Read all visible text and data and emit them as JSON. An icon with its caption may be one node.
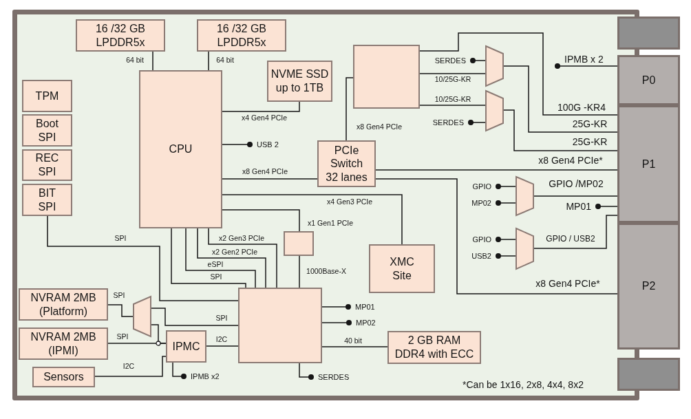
{
  "diagram": {
    "nodes": [
      {
        "text": [
          "16 /32 GB LPDDR5x"
        ]
      },
      {
        "text": [
          "16 /32 GB LPDDR5x"
        ]
      },
      {
        "text": [
          "NVME SSD up to 1TB"
        ]
      },
      {
        "text": [],
        "shape": "box"
      },
      {
        "text": [],
        "shape": "box"
      },
      {
        "text": [
          "IPMB x 2"
        ]
      },
      {
        "text": [
          "P0"
        ]
      },
      {
        "text": [
          "TPM"
        ]
      },
      {
        "text": [
          "Boot SPI"
        ]
      },
      {
        "text": [
          "REC SPI"
        ]
      },
      {
        "text": [
          "BIT SPI"
        ]
      },
      {
        "text": [
          "CPU"
        ]
      },
      {
        "text": [
          "SERDES"
        ]
      },
      {
        "text": [],
        "shape": "trapezoid"
      },
      {
        "text": [],
        "shape": "trapezoid"
      },
      {
        "text": [
          "SERDES"
        ]
      },
      {
        "text": [
          "USB 2"
        ]
      },
      {
        "text": [
          "P1"
        ]
      },
      {
        "text": [
          "PCIe Switch 32 lanes"
        ]
      },
      {
        "text": [
          "GPIO"
        ]
      },
      {
        "text": [
          "MP02"
        ]
      },
      {
        "text": [],
        "shape": "trapezoid"
      },
      {
        "text": [
          "MP01"
        ]
      },
      {
        "text": [],
        "shape": "box"
      },
      {
        "text": [
          "XMC Site"
        ]
      },
      {
        "text": [
          "GPIO"
        ]
      },
      {
        "text": [
          "USB2"
        ]
      },
      {
        "text": [],
        "shape": "trapezoid"
      },
      {
        "text": [
          "P2"
        ]
      },
      {
        "text": [
          "NVRAM 2MB (Platform)"
        ]
      },
      {
        "text": [],
        "shape": "trapezoid"
      },
      {
        "text": [],
        "shape": "box"
      },
      {
        "text": [
          "MP01"
        ]
      },
      {
        "text": [
          "MP02"
        ]
      },
      {
        "text": [
          "NVRAM 2MB (IPMI)"
        ]
      },
      {
        "text": [
          "IPMC"
        ]
      },
      {
        "text": [
          "2 GB RAM DDR4 with ECC"
        ]
      },
      {
        "text": [
          "Sensors"
        ]
      },
      {
        "text": [
          "IPMB x2"
        ]
      },
      {
        "text": [
          "SERDES"
        ]
      },
      {
        "text": [],
        "shape": "box"
      }
    ],
    "edges": [
      {
        "from": 0,
        "to": 11,
        "arrow": "none",
        "label": "64 bit"
      },
      {
        "from": 1,
        "to": 11,
        "arrow": "none",
        "label": "64 bit"
      },
      {
        "from": 3,
        "to": 17,
        "arrow": "none",
        "label": "100G -KR4"
      },
      {
        "from": 6,
        "to": 5,
        "arrow": "other"
      },
      {
        "from": 13,
        "to": 12,
        "arrow": "other"
      },
      {
        "from": 3,
        "to": 13,
        "arrow": "none",
        "label": "10/25G-KR"
      },
      {
        "from": 13,
        "to": 17,
        "arrow": "none",
        "label": "25G-KR"
      },
      {
        "from": 3,
        "to": 14,
        "arrow": "none",
        "label": "10/25G-KR"
      },
      {
        "from": 14,
        "to": 15,
        "arrow": "other"
      },
      {
        "from": 14,
        "to": 17,
        "arrow": "none",
        "label": "25G-KR"
      },
      {
        "from": 11,
        "to": 2,
        "arrow": "none",
        "label": "x4 Gen4 PCIe"
      },
      {
        "from": 11,
        "to": 16,
        "arrow": "other"
      },
      {
        "from": 3,
        "to": 18,
        "arrow": "none",
        "label": "x8 Gen4 PCIe"
      },
      {
        "from": 11,
        "to": 18,
        "arrow": "none",
        "label": "x8 Gen4 PCIe"
      },
      {
        "from": 18,
        "to": 17,
        "arrow": "none",
        "label": "x8 Gen4 PCIe*"
      },
      {
        "from": 21,
        "to": 19,
        "arrow": "other"
      },
      {
        "from": 21,
        "to": 20,
        "arrow": "other"
      },
      {
        "from": 21,
        "to": 17,
        "arrow": "none",
        "label": "GPIO /MP02"
      },
      {
        "from": 17,
        "to": 22,
        "arrow": "other"
      },
      {
        "from": 11,
        "to": 24,
        "arrow": "none",
        "label": "x4 Gen3 PCIe"
      },
      {
        "from": 11,
        "to": 23,
        "arrow": "none",
        "label": "x1 Gen1 PCIe"
      },
      {
        "from": 18,
        "to": 28,
        "arrow": "none",
        "label": "x8 Gen4 PCIe*"
      },
      {
        "from": 27,
        "to": 25,
        "arrow": "other"
      },
      {
        "from": 27,
        "to": 26,
        "arrow": "other"
      },
      {
        "from": 27,
        "to": 17,
        "arrow": "none",
        "label": "GPIO / USB2"
      },
      {
        "from": 11,
        "to": 31,
        "arrow": "none",
        "label": "x2 Gen3 PCIe"
      },
      {
        "from": 11,
        "to": 31,
        "arrow": "none",
        "label": "x2 Gen2 PCIe"
      },
      {
        "from": 11,
        "to": 31,
        "arrow": "none",
        "label": "eSPI"
      },
      {
        "from": 11,
        "to": 31,
        "arrow": "none",
        "label": "SPI"
      },
      {
        "from": 10,
        "to": 31,
        "arrow": "none",
        "label": "SPI"
      },
      {
        "from": 23,
        "to": 31,
        "arrow": "none",
        "label": "1000Base-X"
      },
      {
        "from": 29,
        "to": 30,
        "arrow": "none",
        "label": "SPI"
      },
      {
        "from": 30,
        "to": 31,
        "arrow": "none",
        "label": "SPI"
      },
      {
        "from": 31,
        "to": 32,
        "arrow": "other"
      },
      {
        "from": 31,
        "to": 33,
        "arrow": "other"
      },
      {
        "from": 34,
        "to": 35,
        "arrow": "none",
        "label": "SPI"
      },
      {
        "from": 30,
        "to": 35,
        "arrow": "none"
      },
      {
        "from": 35,
        "to": 31,
        "arrow": "none",
        "label": "I2C"
      },
      {
        "from": 31,
        "to": 36,
        "arrow": "none",
        "label": "40 bit"
      },
      {
        "from": 37,
        "to": 35,
        "arrow": "none",
        "label": "I2C"
      },
      {
        "from": 35,
        "to": 38,
        "arrow": "other"
      },
      {
        "from": 31,
        "to": 39,
        "arrow": "other"
      }
    ],
    "labels": [
      "*Can be 1x16, 2x8, 4x4, 8x2"
    ]
  }
}
